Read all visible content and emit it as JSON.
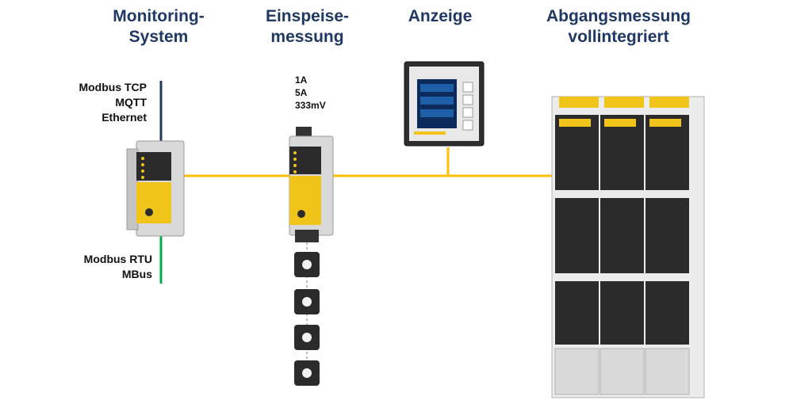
{
  "titles": {
    "monitoring_line1": "Monitoring-",
    "monitoring_line2": "System",
    "einspeise_line1": "Einspeise-",
    "einspeise_line2": "messung",
    "anzeige": "Anzeige",
    "abgang_line1": "Abgangsmessung",
    "abgang_line2": "vollintegriert"
  },
  "protocols_top": [
    "Modbus TCP",
    "MQTT",
    "Ethernet"
  ],
  "protocols_bottom": [
    "Modbus RTU",
    "MBus"
  ],
  "inputs": [
    "1A",
    "5A",
    "333mV"
  ],
  "colors": {
    "title": "#1f3864",
    "bus_line": "#ffc000",
    "ethernet_line": "#1f3864",
    "rtu_line": "#00b050",
    "device_accent": "#f0c419"
  }
}
